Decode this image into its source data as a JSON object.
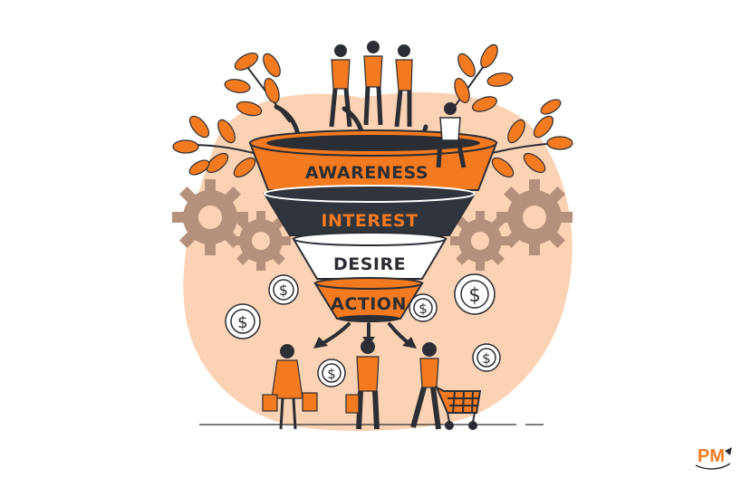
{
  "funnel": {
    "stages": [
      {
        "label": "AWARENESS",
        "color": "#F47A20",
        "text_color": "#2B2E34"
      },
      {
        "label": "INTEREST",
        "color": "#2F343D",
        "text_color": "#F47A20"
      },
      {
        "label": "DESIRE",
        "color": "#FFFFFF",
        "text_color": "#2B2E34"
      },
      {
        "label": "ACTION",
        "color": "#F47A20",
        "text_color": "#2B2E34"
      }
    ]
  },
  "colors": {
    "accent": "#F47A20",
    "dark": "#2B2E34",
    "blob": "#FBD3B4",
    "gear": "#B5907A"
  },
  "logo": {
    "text": "PM"
  },
  "icons": [
    "gear-icon",
    "dollar-coin-icon",
    "leaf-branch-icon",
    "shopping-cart-icon",
    "shopping-bag-icon",
    "person-icon",
    "arrow-down-icon"
  ]
}
